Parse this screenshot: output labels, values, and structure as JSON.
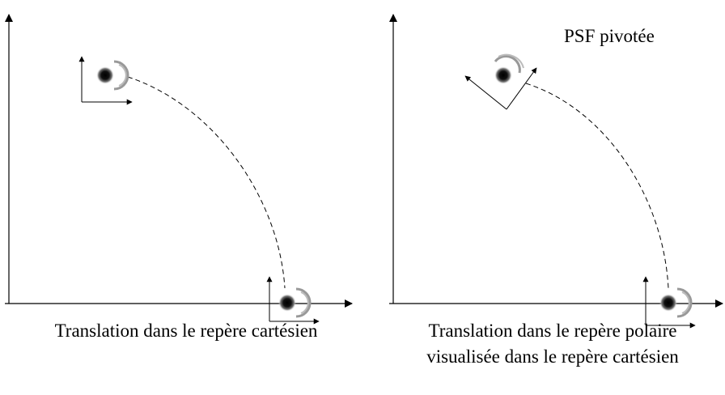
{
  "labels": {
    "psf_rotated": "PSF pivotée"
  },
  "captions": {
    "left": "Translation dans le repère cartésien",
    "right_line1": "Translation dans le repère polaire",
    "right_line2": "visualisée dans le repère cartésien"
  },
  "colors": {
    "ink": "#000000",
    "psf_core": "#000000",
    "psf_ring": "#8c8c8c"
  }
}
